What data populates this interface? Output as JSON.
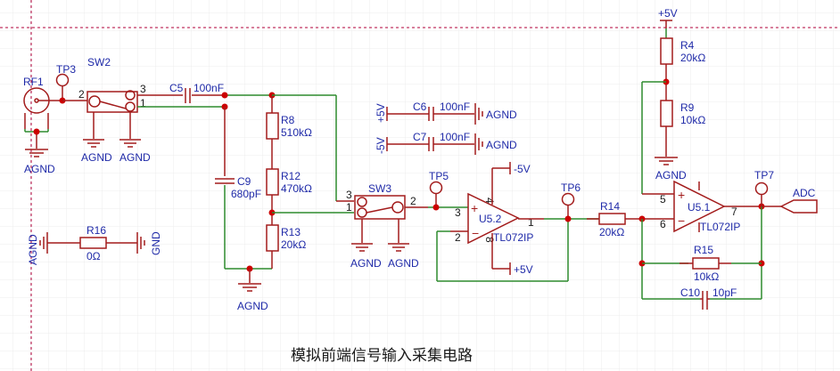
{
  "title": "模拟前端信号输入采集电路",
  "colors": {
    "symbol": "#a31c1c",
    "wire": "#2e8b2e",
    "label": "#1f2aa8",
    "junction": "#cc0000",
    "grid": "#ececec",
    "border": "#b0003a"
  },
  "components": {
    "rf1": {
      "ref": "RF1"
    },
    "tp3": {
      "ref": "TP3"
    },
    "tp5": {
      "ref": "TP5"
    },
    "tp6": {
      "ref": "TP6"
    },
    "tp7": {
      "ref": "TP7"
    },
    "sw2": {
      "ref": "SW2",
      "pins": [
        "2",
        "3",
        "1"
      ]
    },
    "sw3": {
      "ref": "SW3",
      "pins": [
        "3",
        "1",
        "2"
      ]
    },
    "c5": {
      "ref": "C5",
      "value": "100nF"
    },
    "c6": {
      "ref": "C6",
      "value": "100nF"
    },
    "c7": {
      "ref": "C7",
      "value": "100nF"
    },
    "c9": {
      "ref": "C9",
      "value": "680pF"
    },
    "c10": {
      "ref": "C10",
      "value": "10pF"
    },
    "r4": {
      "ref": "R4",
      "value": "20kΩ"
    },
    "r8": {
      "ref": "R8",
      "value": "510kΩ"
    },
    "r9": {
      "ref": "R9",
      "value": "10kΩ"
    },
    "r12": {
      "ref": "R12",
      "value": "470kΩ"
    },
    "r13": {
      "ref": "R13",
      "value": "20kΩ"
    },
    "r14": {
      "ref": "R14",
      "value": "20kΩ"
    },
    "r15": {
      "ref": "R15",
      "value": "10kΩ"
    },
    "r16": {
      "ref": "R16",
      "value": "0Ω"
    },
    "u52": {
      "ref": "U5.2",
      "part": "TL072IP",
      "pins": {
        "in_plus": "3",
        "in_minus": "2",
        "out": "1",
        "vneg": "4",
        "vpos": "8"
      }
    },
    "u51": {
      "ref": "U5.1",
      "part": "TL072IP",
      "pins": {
        "in_plus": "5",
        "in_minus": "6",
        "out": "7"
      }
    }
  },
  "nets": {
    "agnd": "AGND",
    "gnd": "GND",
    "vpos": "+5V",
    "vneg": "-5V",
    "adc": "ADC",
    "plus_sign": "+",
    "minus_sign": "−"
  }
}
